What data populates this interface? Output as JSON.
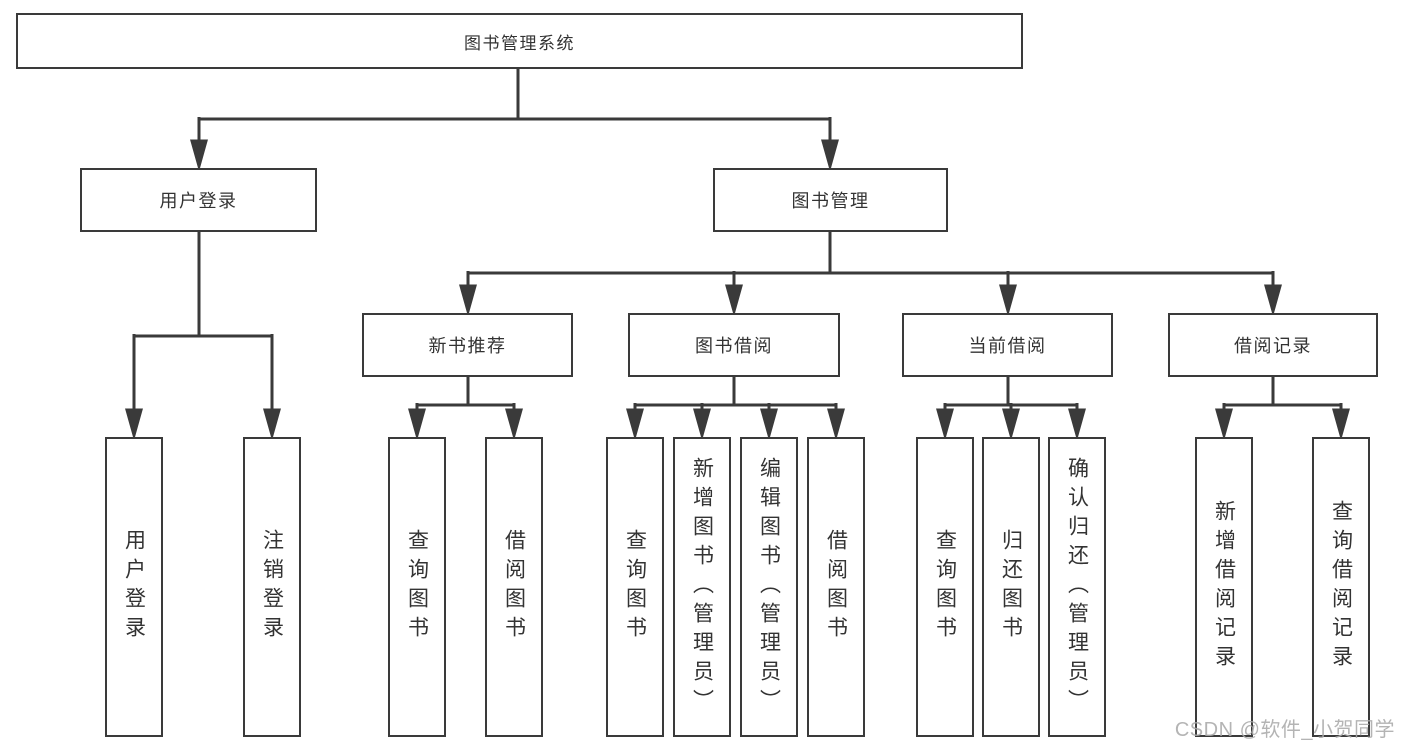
{
  "diagram": {
    "root": {
      "label": "图书管理系统"
    },
    "branches": [
      {
        "label": "用户登录",
        "children": [
          {
            "label": "用户登录"
          },
          {
            "label": "注销登录"
          }
        ]
      },
      {
        "label": "图书管理",
        "children": [
          {
            "label": "新书推荐",
            "children": [
              {
                "label": "查询图书"
              },
              {
                "label": "借阅图书"
              }
            ]
          },
          {
            "label": "图书借阅",
            "children": [
              {
                "label": "查询图书"
              },
              {
                "label": "新增图书（管理员）"
              },
              {
                "label": "编辑图书（管理员）"
              },
              {
                "label": "借阅图书"
              }
            ]
          },
          {
            "label": "当前借阅",
            "children": [
              {
                "label": "查询图书"
              },
              {
                "label": "归还图书"
              },
              {
                "label": "确认归还（管理员）"
              }
            ]
          },
          {
            "label": "借阅记录",
            "children": [
              {
                "label": "新增借阅记录"
              },
              {
                "label": "查询借阅记录"
              }
            ]
          }
        ]
      }
    ]
  },
  "watermark": {
    "text": "CSDN @软件_小贺同学"
  },
  "colors": {
    "line": "#3a3a3a",
    "box_border": "#3a3a3a",
    "text": "#333333",
    "background": "#ffffff",
    "watermark": "#aaaaaa"
  }
}
